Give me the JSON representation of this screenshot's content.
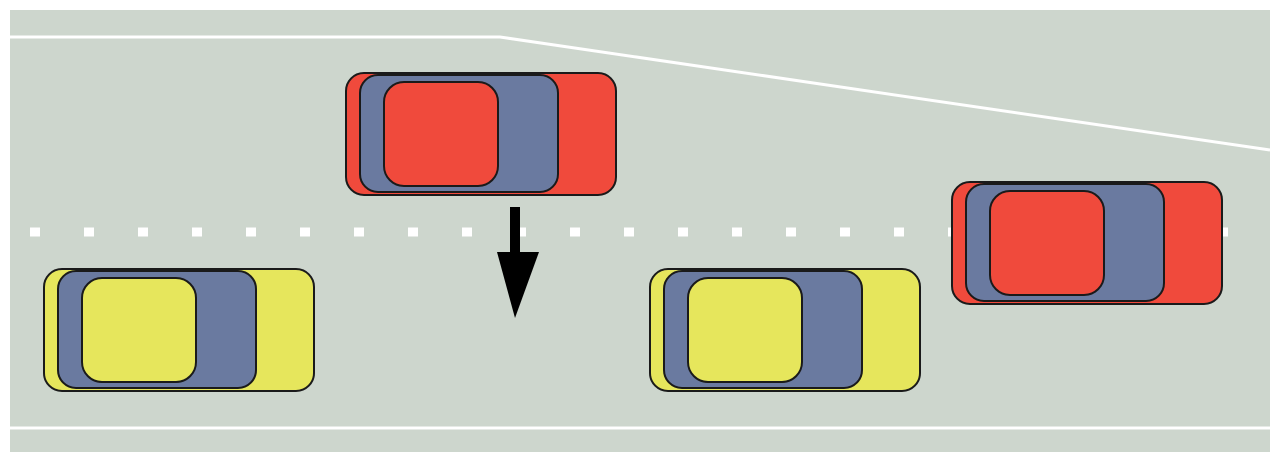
{
  "colors": {
    "background": "#ffffff",
    "road": "#cdd6cd",
    "lane_marking": "#ffffff",
    "car_red": "#f04a3c",
    "car_yellow": "#e6e65c",
    "car_roof": "#6a7aa0",
    "car_outline": "#1a1a1a",
    "arrow": "#000000"
  },
  "vehicles": [
    {
      "name": "car-red-merging",
      "color": "car_red",
      "lane": "upper",
      "direction": "right"
    },
    {
      "name": "car-red-ahead",
      "color": "car_red",
      "lane": "upper",
      "direction": "right"
    },
    {
      "name": "car-yellow-behind",
      "color": "car_yellow",
      "lane": "lower",
      "direction": "right"
    },
    {
      "name": "car-yellow-ahead",
      "color": "car_yellow",
      "lane": "lower",
      "direction": "right"
    }
  ],
  "arrow": {
    "meaning": "lane-change",
    "direction": "down"
  }
}
